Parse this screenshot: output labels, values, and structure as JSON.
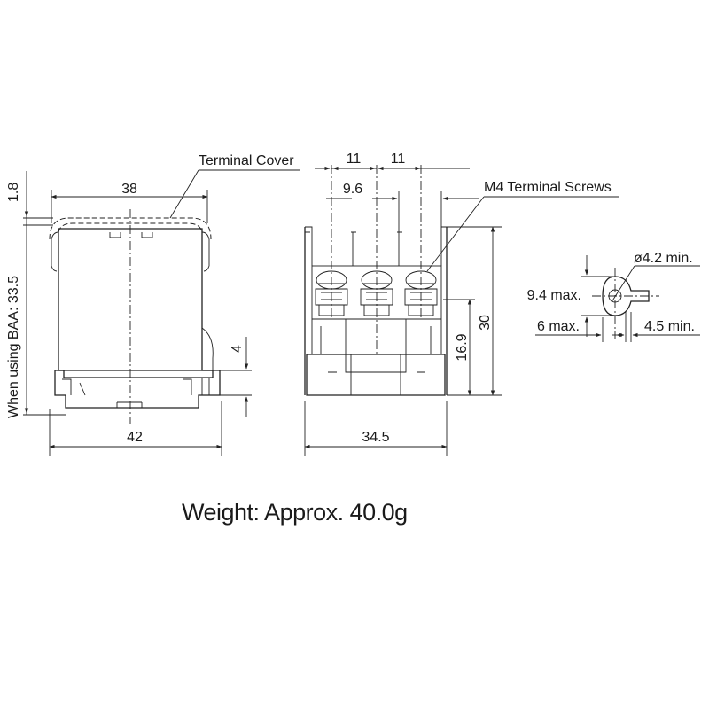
{
  "labels": {
    "terminal_cover": "Terminal Cover",
    "m4_terminal_screws": "M4 Terminal Screws",
    "baa_note": "When using BAA: 33.5",
    "weight": "Weight: Approx. 40.0g"
  },
  "dimensions": {
    "side_width_top": "38",
    "side_width_bottom": "42",
    "cover_offset": "1.8",
    "base_height": "4",
    "pitch_a": "11",
    "pitch_b": "11",
    "screw_span": "9.6",
    "front_width": "34.5",
    "total_height": "30",
    "terminal_height": "16.9"
  },
  "terminal_detail": {
    "hole_dia": "ø4.2 min.",
    "width_max": "9.4 max.",
    "depth_max": "6 max.",
    "length_min": "4.5 min."
  }
}
